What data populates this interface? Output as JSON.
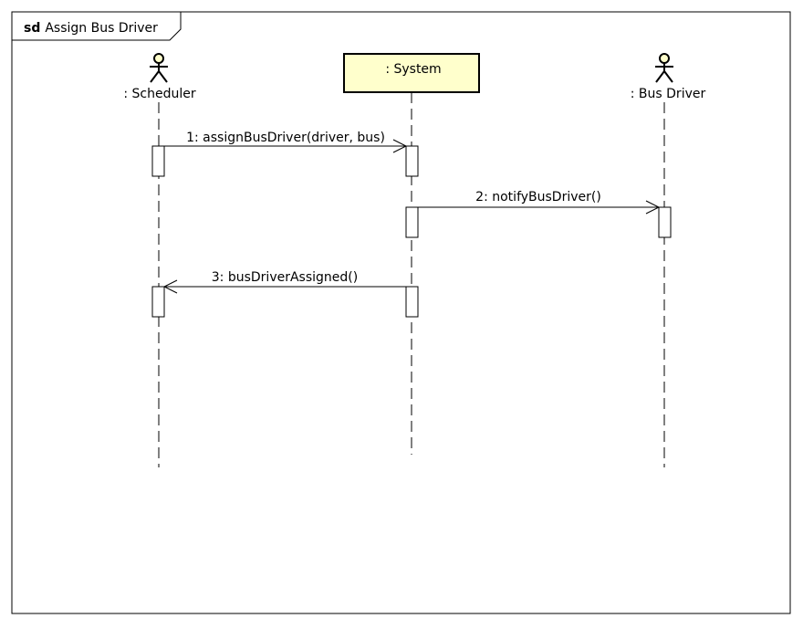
{
  "frame": {
    "keyword": "sd",
    "title": "Assign Bus Driver"
  },
  "lifelines": [
    {
      "id": "scheduler",
      "label": ": Scheduler",
      "kind": "actor"
    },
    {
      "id": "system",
      "label": ": System",
      "kind": "object"
    },
    {
      "id": "busdriver",
      "label": ": Bus Driver",
      "kind": "actor"
    }
  ],
  "messages": [
    {
      "label": "1: assignBusDriver(driver, bus)",
      "from": "scheduler",
      "to": "system"
    },
    {
      "label": "2: notifyBusDriver()",
      "from": "system",
      "to": "busdriver"
    },
    {
      "label": "3: busDriverAssigned()",
      "from": "system",
      "to": "scheduler"
    }
  ],
  "colors": {
    "object_fill": "#ffffcc",
    "actor_head_fill": "#ffffcc",
    "stroke": "#000000"
  },
  "icons": {
    "actor": "stick-figure-icon"
  }
}
